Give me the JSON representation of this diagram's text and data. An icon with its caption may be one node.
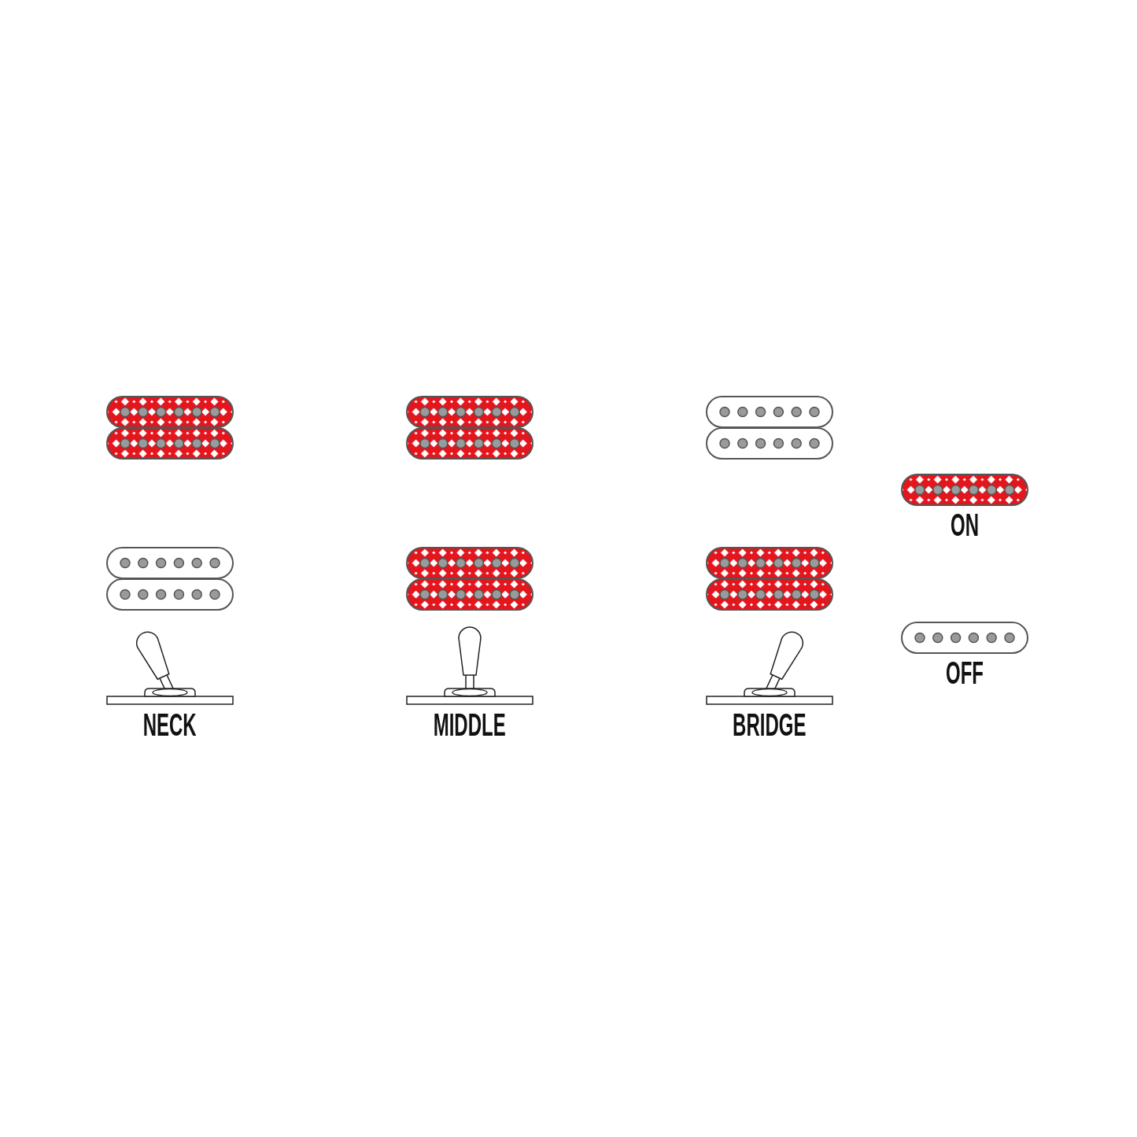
{
  "diagram": {
    "labels": [
      "NECK",
      "MIDDLE",
      "BRIDGE"
    ],
    "legend": [
      {
        "text": "ON",
        "color": "#e3151d"
      },
      {
        "text": "OFF"
      }
    ]
  }
}
